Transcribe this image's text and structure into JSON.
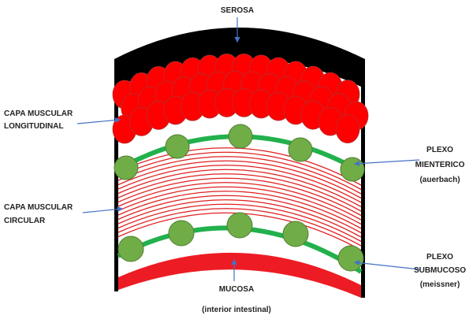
{
  "labels": {
    "serosa": "SEROSA",
    "longitudinal": [
      "CAPA MUSCULAR",
      "LONGITUDINAL"
    ],
    "circular": [
      "CAPA MUSCULAR",
      "CIRCULAR"
    ],
    "mienterico": [
      "PLEXO",
      "MIENTERICO",
      "(auerbach)"
    ],
    "submucoso": [
      "PLEXO",
      "SUBMUCOSO",
      "(meissner)"
    ],
    "mucosa": "MUCOSA",
    "interior": "(interior intestinal)"
  },
  "colors": {
    "serosa": "#000000",
    "muscle": "#ff0000",
    "plexus_line": "#22b14c",
    "ganglion": "#70ad47",
    "mucosa": "#ed1c24",
    "arrow": "#4472c4"
  }
}
